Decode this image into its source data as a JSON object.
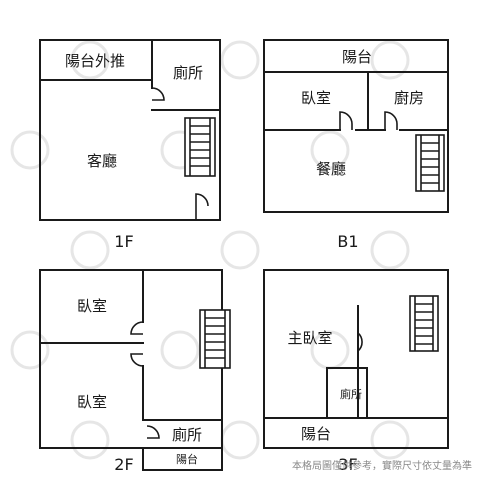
{
  "floor_1f": {
    "label": "1F",
    "rooms": {
      "balcony_ext": "陽台外推",
      "toilet": "廁所",
      "living": "客廳"
    }
  },
  "floor_b1": {
    "label": "B1",
    "rooms": {
      "balcony": "陽台",
      "bedroom": "臥室",
      "kitchen": "廚房",
      "dining": "餐廳"
    }
  },
  "floor_2f": {
    "label": "2F",
    "rooms": {
      "bedroom_top": "臥室",
      "bedroom_bottom": "臥室",
      "toilet": "廁所",
      "balcony": "陽台"
    }
  },
  "floor_3f": {
    "label": "3F",
    "rooms": {
      "master_bedroom": "主臥室",
      "toilet": "廁所",
      "balcony": "陽台"
    }
  },
  "disclaimer": "本格局圖僅供參考，實際尺寸依丈量為準"
}
